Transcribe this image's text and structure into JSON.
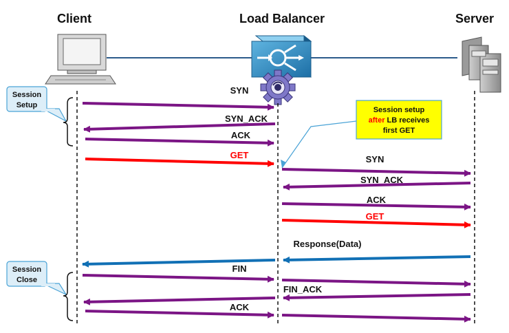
{
  "headers": {
    "client": "Client",
    "load_balancer": "Load Balancer",
    "server": "Server"
  },
  "callouts": {
    "session_setup": {
      "line1": "Session",
      "line2": "Setup"
    },
    "session_close": {
      "line1": "Session",
      "line2": "Close"
    },
    "lb_note": {
      "line1": "Session setup",
      "line2_em": "after",
      "line2_rest": " LB receives",
      "line3": "first GET"
    }
  },
  "messages": {
    "syn_1": "SYN",
    "synack_1": "SYN_ACK",
    "ack_1": "ACK",
    "get_1": "GET",
    "syn_2": "SYN",
    "synack_2": "SYN_ACK",
    "ack_2": "ACK",
    "get_2": "GET",
    "response": "Response(Data)",
    "fin": "FIN",
    "finack": "FIN_ACK",
    "ack_3": "ACK"
  },
  "colors": {
    "purple": "#7b1585",
    "red": "#ff0000",
    "blue": "#1170b5",
    "note_fill": "#ffff00",
    "callout_fill": "#ddeef8",
    "callout_stroke": "#4aa3d6"
  }
}
